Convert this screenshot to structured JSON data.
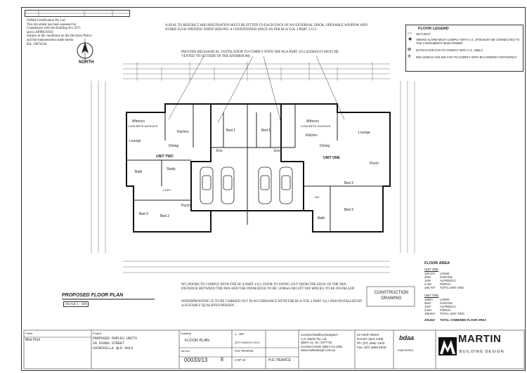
{
  "council": {
    "lines": [
      "OSMA Certification Pty Ltd",
      "This document has been assessed for",
      "Compliance with the Building Act 1975",
      "and is APPROVED",
      "Subject to the conditions on the Decision Notice",
      "and the endorsements made herein",
      "BA: 29074334"
    ]
  },
  "north_label": "NORTH",
  "notes": {
    "smoke_seal": "A SEAL TO RESTRICT AIR INFILTRATION MUST BE FITTED TO EACH EDGE OF AN EXTERNAL DOOR, OPENABLE WINDOW AND OTHER SUCH OPENING WHEN SERVING A CONDITIONED SPACE AS PER BCA VOL 2 PART 3.12.3",
    "ventilation": "PROVIDE MECHANICAL VENTILATION TO COMPLY WITH THE BCA PART 3.8.5 (EXHAUST MUST BE VENTED TO OUTSIDE OF THE BATHROOM)",
    "wc_doors": "WC DOORS TO COMPLY WITH THE BCA PART 3.8.3, DOOR TO SWING OUT FROM THE EDGE OF THE PAN, DISTANCE BETWEEN THE PAN AND THE DOOR EDGE TO BE 1200mm OR LIFT OFF HINGES TO BE INSTALLED",
    "waterproofing": "WATERPROOFING IS TO BE CARRIED OUT IN ACCORDANCE WITH THE BCA VOL 2 PART 3.8.1 AND INSTALLED BY A SUITABLY QUALIFIED PERSON."
  },
  "legend": {
    "title": "FLOOR LEGEND",
    "items": [
      {
        "icon": "skylight-icon",
        "text": "SKYLIGHT"
      },
      {
        "icon": "smoke-alarm-icon",
        "text": "SMOKE ALARM MUST COMPLY WITH A.S. 3786 MUST BE CONNECTED TO THE CONSUMER'S MAIN POWER"
      },
      {
        "icon": "exhaust-fan-icon",
        "text": "EXTRACTOR FAN TO COMPLY WITH A.S. 1668.2"
      },
      {
        "icon": "ceiling-fan-icon",
        "text": "MIN 1400mm CEILING FAN TO COMPLY WITH BCA ENERGY EFFICIENCY"
      }
    ]
  },
  "rooms": {
    "lounge_left": "Lounge",
    "alfresco_left": "Alfresco",
    "concrete_left": "CONCRETE SURFACE",
    "kitchen": "Kitchen",
    "bed1_left": "Bed 1",
    "bed1_right": "Bed 1",
    "dining_left": "Dining",
    "ens_left": "Ens",
    "ens_right": "Ens",
    "unit_two": "UNIT TWO",
    "unit_one": "UNIT ONE",
    "bath_left": "Bath",
    "study": "Study",
    "l_dry": "L'DRY",
    "bed3_left": "Bed 3",
    "bed2_left": "Bed 2",
    "porch_left": "Porch",
    "alfresco_right": "Alfresco",
    "concrete_right": "CONCRETE SURFACE",
    "kitchen_right": "Kitchen",
    "lounge_right": "Lounge",
    "dining_right": "Dining",
    "porch_right": "Porch",
    "bed2_right": "Bed 2",
    "bath_right": "Bath",
    "bed3_right": "Bed 3",
    "wc": "WC"
  },
  "plan_title": "PROPOSED FLOOR PLAN",
  "plan_scale": "SCALE 1 : 100",
  "floor_area": {
    "title": "FLOOR AREA",
    "unit_one_label": "UNIT ONE",
    "unit_one": [
      {
        "area": "120.2m²",
        "name": "LIVING"
      },
      {
        "area": "40m²",
        "name": "GARAGE"
      },
      {
        "area": "14m²",
        "name": "ALFRESCO"
      },
      {
        "area": "2.4m²",
        "name": "PORCH"
      },
      {
        "area": "106.7m²",
        "name": "TOTAL UNIT ONE"
      }
    ],
    "unit_two_label": "UNIT TWO",
    "unit_two": [
      {
        "area": "135m²",
        "name": "LIVING"
      },
      {
        "area": "40m²",
        "name": "GARAGE"
      },
      {
        "area": "14m²",
        "name": "ALFRESCO"
      },
      {
        "area": "2.5m²",
        "name": "PORCH"
      },
      {
        "area": "198.9m²",
        "name": "TOTAL UNIT TWO"
      }
    ],
    "total": {
      "area": "205.8m²",
      "name": "TOTAL COMBINED FLOOR AREA"
    }
  },
  "construction_drawing": "CONSTRUCTION\nDRAWING",
  "title_block": {
    "client_label": "Client",
    "client": "Muir Firm",
    "project_label": "Project",
    "project": "PROPOSED DUPLEX UNITS\n28 EVANS STREET\nCHINCHILLA QLD 4413",
    "drawing_label": "Drawing",
    "drawing": "FLOOR PLAN",
    "job_no_label": "Job No.",
    "job_no": "00033/13",
    "rev": "E",
    "scale": "1 : 100",
    "date": "28TH MARCH 2013",
    "drawn": "H.D. PEARCE",
    "sheet": "2 OF 10",
    "designer": "Licensed Building Designers\nA.G. Martin Pty. Ltd.\nQBSA Lic. No. 1077723\nLicensed Under QBSA Act 1991\nwww.martindesign.com.au",
    "address": "42 North Street\nDALBY QLD 4405\nPh: (07) 4662 1403\nFax: (07) 4669 8045",
    "brand": "MARTIN",
    "brand_sub": "BUILDING DESIGN",
    "bdaa": "bdaa",
    "endorsed": "ENDORSED"
  }
}
